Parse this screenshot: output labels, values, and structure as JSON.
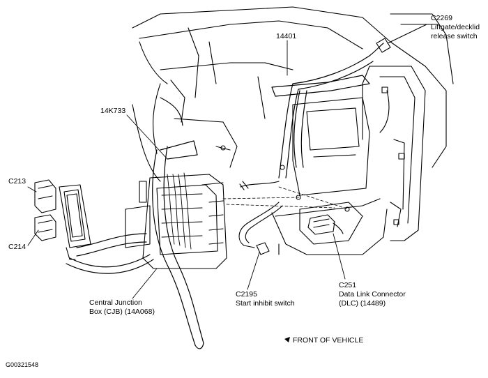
{
  "labels": {
    "c2269": {
      "lines": [
        "C2269",
        "Liftgate/decklid",
        "release switch"
      ]
    },
    "harness_14401": {
      "text": "14401"
    },
    "harness_14k733": {
      "text": "14K733"
    },
    "c213": {
      "text": "C213"
    },
    "c214": {
      "text": "C214"
    },
    "cjb": {
      "lines": [
        "Central Junction",
        "Box (CJB) (14A068)"
      ]
    },
    "c2195": {
      "lines": [
        "C2195",
        "Start inhibit switch"
      ]
    },
    "c251": {
      "lines": [
        "C251",
        "Data Link Connector",
        "(DLC) (14489)"
      ]
    },
    "front": {
      "text": "FRONT OF VEHICLE"
    },
    "figure_id": {
      "text": "G00321548"
    }
  },
  "colors": {
    "line": "#000000",
    "background": "#ffffff"
  },
  "icons": {
    "front_arrow": "front-arrow-icon"
  }
}
